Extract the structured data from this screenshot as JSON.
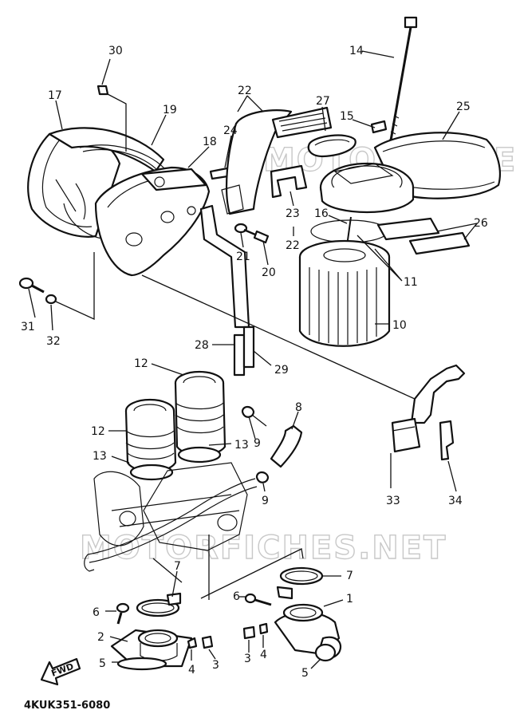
{
  "watermarks": [
    "MOTORFICHES.NET",
    "MOTORFICHES.NET"
  ],
  "drawing_code": "4KUK351-6080",
  "direction_label": "FWD",
  "callouts": [
    {
      "id": "c30",
      "text": "30"
    },
    {
      "id": "c17",
      "text": "17"
    },
    {
      "id": "c19",
      "text": "19"
    },
    {
      "id": "c18",
      "text": "18"
    },
    {
      "id": "c24",
      "text": "24"
    },
    {
      "id": "c22a",
      "text": "22"
    },
    {
      "id": "c27",
      "text": "27"
    },
    {
      "id": "c14",
      "text": "14"
    },
    {
      "id": "c15",
      "text": "15"
    },
    {
      "id": "c25",
      "text": "25"
    },
    {
      "id": "c23",
      "text": "23"
    },
    {
      "id": "c22b",
      "text": "22"
    },
    {
      "id": "c16",
      "text": "16"
    },
    {
      "id": "c26",
      "text": "26"
    },
    {
      "id": "c21",
      "text": "21"
    },
    {
      "id": "c20",
      "text": "20"
    },
    {
      "id": "c11",
      "text": "11"
    },
    {
      "id": "c10",
      "text": "10"
    },
    {
      "id": "c31",
      "text": "31"
    },
    {
      "id": "c32",
      "text": "32"
    },
    {
      "id": "c28",
      "text": "28"
    },
    {
      "id": "c29",
      "text": "29"
    },
    {
      "id": "c12a",
      "text": "12"
    },
    {
      "id": "c12b",
      "text": "12"
    },
    {
      "id": "c8",
      "text": "8"
    },
    {
      "id": "c9a",
      "text": "9"
    },
    {
      "id": "c13a",
      "text": "13"
    },
    {
      "id": "c13b",
      "text": "13"
    },
    {
      "id": "c9b",
      "text": "9"
    },
    {
      "id": "c33",
      "text": "33"
    },
    {
      "id": "c34",
      "text": "34"
    },
    {
      "id": "c7a",
      "text": "7"
    },
    {
      "id": "c7b",
      "text": "7"
    },
    {
      "id": "c6a",
      "text": "6"
    },
    {
      "id": "c1",
      "text": "1"
    },
    {
      "id": "c6b",
      "text": "6"
    },
    {
      "id": "c2",
      "text": "2"
    },
    {
      "id": "c4a",
      "text": "4"
    },
    {
      "id": "c3a",
      "text": "3"
    },
    {
      "id": "c3b",
      "text": "3"
    },
    {
      "id": "c4b",
      "text": "4"
    },
    {
      "id": "c5a",
      "text": "5"
    },
    {
      "id": "c5b",
      "text": "5"
    }
  ]
}
